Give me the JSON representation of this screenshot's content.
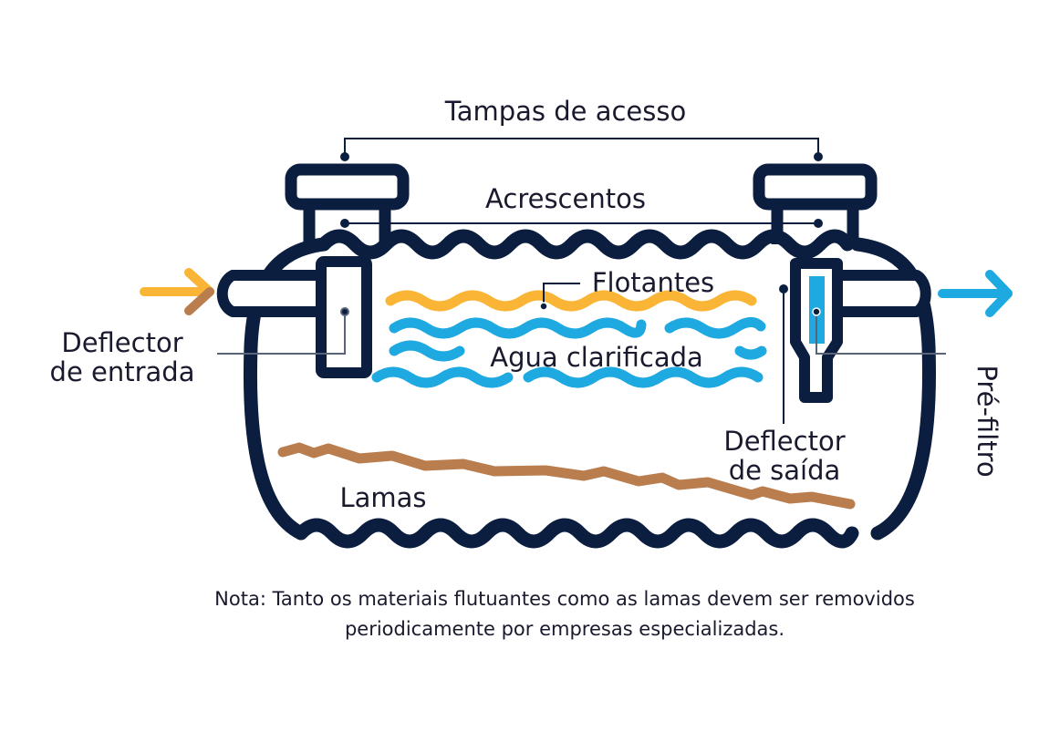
{
  "labels": {
    "tampas": "Tampas de acesso",
    "acrescentos": "Acrescentos",
    "flotantes": "Flotantes",
    "agua": "Agua clarificada",
    "deflector_entrada_1": "Deflector",
    "deflector_entrada_2": "de entrada",
    "deflector_saida_1": "Deflector",
    "deflector_saida_2": "de saída",
    "pre_filtro": "Pré-filtro",
    "lamas": "Lamas"
  },
  "note": {
    "line1": "Nota: Tanto os materiais flutuantes como as lamas devem ser removidos",
    "line2": "periodicamente por empresas especializadas."
  },
  "colors": {
    "tank": "#0b1e3f",
    "floatants": "#fbb536",
    "water": "#1fa9e1",
    "sludge": "#b97d4e",
    "inlet_arrow_top": "#fbb536",
    "inlet_arrow_bottom": "#b97d4e",
    "outlet_arrow": "#1fa9e1",
    "leader": "#5a6478"
  }
}
